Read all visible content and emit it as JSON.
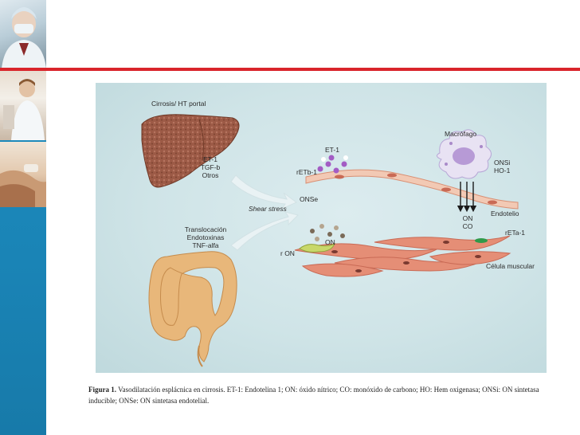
{
  "figure": {
    "labels": {
      "cirrosis": "Cirrosis/ HT portal",
      "liver_factors": [
        "ET-1",
        "TGF-b",
        "Otros"
      ],
      "shear_stress": "Shear stress",
      "gut_factors": [
        "Translocación",
        "Endotoxinas",
        "TNF-alfa"
      ],
      "et1": "ET-1",
      "retb1": "rETb-1",
      "onse": "ONSe",
      "macrofago": "Macrófago",
      "onsi_lines": [
        "ONSi",
        "HO-1"
      ],
      "on_co": [
        "ON",
        "CO"
      ],
      "endotelio": "Endotelio",
      "on": "ON",
      "ron": "r ON",
      "reta1": "rETa-1",
      "celula_muscular": "Célula muscular"
    }
  },
  "caption": {
    "label": "Figura 1.",
    "text": " Vasodilatación esplácnica en cirrosis. ET-1: Endotelina 1; ON: óxido nítrico; CO: monóxido de carbono; HO: Hem oxigenasa; ONSi: ON sintetasa inducible; ONSe: ON sintetasa endotelial."
  },
  "colors": {
    "accent_red": "#d9242b",
    "sidebar_blue": "#1f8fc0",
    "figure_bg": "#cfe4e7",
    "liver": "#9c5a46",
    "colon": "#e8b77a",
    "muscle": "#e58e76"
  }
}
